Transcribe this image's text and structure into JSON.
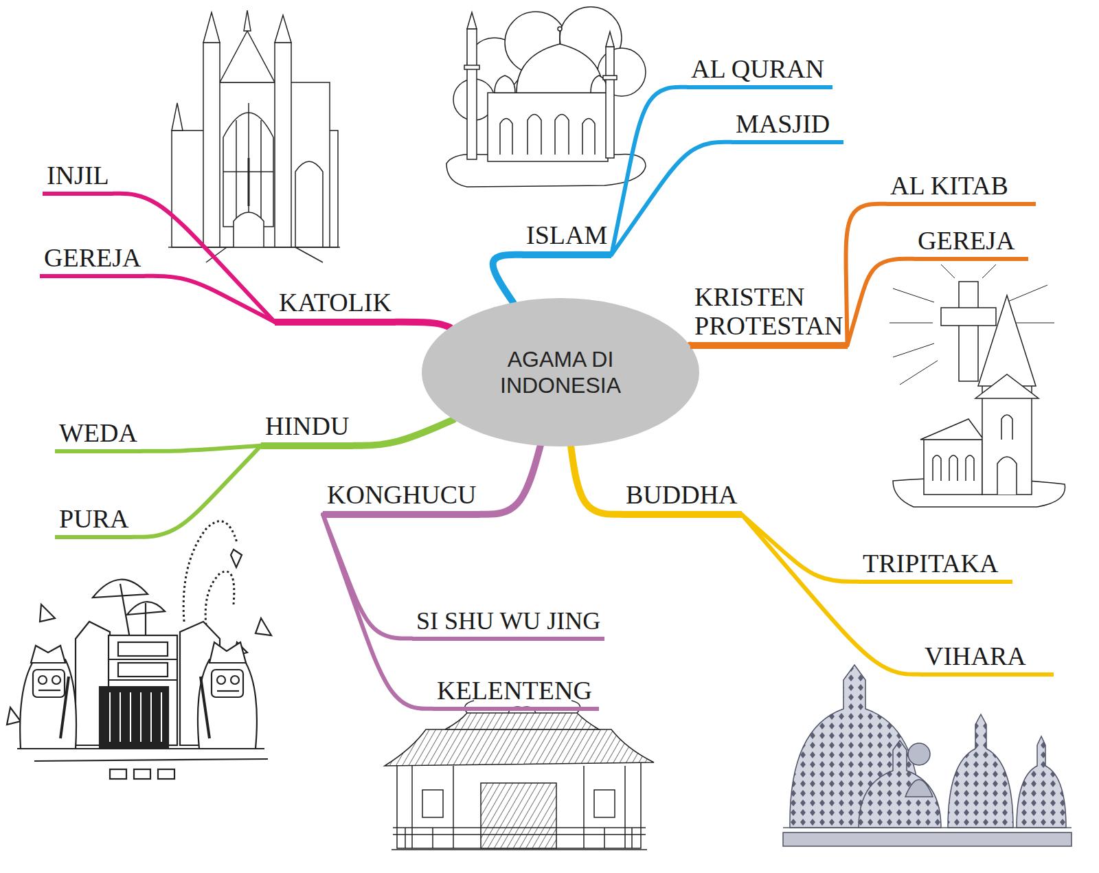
{
  "diagram": {
    "nodes": [
      {
        "text": [
          "AGAMA DI INDONESIA"
        ]
      },
      {
        "text": [
          "ISLAM"
        ]
      },
      {
        "text": [
          "AL QURAN"
        ]
      },
      {
        "text": [
          "MASJID"
        ]
      },
      {
        "text": [
          "KRISTEN PROTESTAN"
        ]
      },
      {
        "text": [
          "AL KITAB"
        ]
      },
      {
        "text": [
          "GEREJA"
        ]
      },
      {
        "text": [
          "BUDDHA"
        ]
      },
      {
        "text": [
          "TRIPITAKA"
        ]
      },
      {
        "text": [
          "VIHARA"
        ]
      },
      {
        "text": [
          "KONGHUCU"
        ]
      },
      {
        "text": [
          "SI SHU WU JING"
        ]
      },
      {
        "text": [
          "KELENTENG"
        ]
      },
      {
        "text": [
          "HINDU"
        ]
      },
      {
        "text": [
          "WEDA"
        ]
      },
      {
        "text": [
          "PURA"
        ]
      },
      {
        "text": [
          "KATOLIK"
        ]
      },
      {
        "text": [
          "INJIL"
        ]
      },
      {
        "text": [
          "GEREJA"
        ]
      }
    ],
    "edges": [
      {
        "from": 0,
        "to": 1,
        "arrow": "none"
      },
      {
        "from": 1,
        "to": 2,
        "arrow": "none"
      },
      {
        "from": 1,
        "to": 3,
        "arrow": "none"
      },
      {
        "from": 0,
        "to": 4,
        "arrow": "none"
      },
      {
        "from": 4,
        "to": 5,
        "arrow": "none"
      },
      {
        "from": 4,
        "to": 6,
        "arrow": "none"
      },
      {
        "from": 0,
        "to": 7,
        "arrow": "none"
      },
      {
        "from": 7,
        "to": 8,
        "arrow": "none"
      },
      {
        "from": 7,
        "to": 9,
        "arrow": "none"
      },
      {
        "from": 0,
        "to": 10,
        "arrow": "none"
      },
      {
        "from": 10,
        "to": 11,
        "arrow": "none"
      },
      {
        "from": 10,
        "to": 12,
        "arrow": "none"
      },
      {
        "from": 0,
        "to": 13,
        "arrow": "none"
      },
      {
        "from": 13,
        "to": 14,
        "arrow": "none"
      },
      {
        "from": 13,
        "to": 15,
        "arrow": "none"
      },
      {
        "from": 0,
        "to": 16,
        "arrow": "none"
      },
      {
        "from": 16,
        "to": 17,
        "arrow": "none"
      },
      {
        "from": 16,
        "to": 18,
        "arrow": "none"
      }
    ]
  }
}
